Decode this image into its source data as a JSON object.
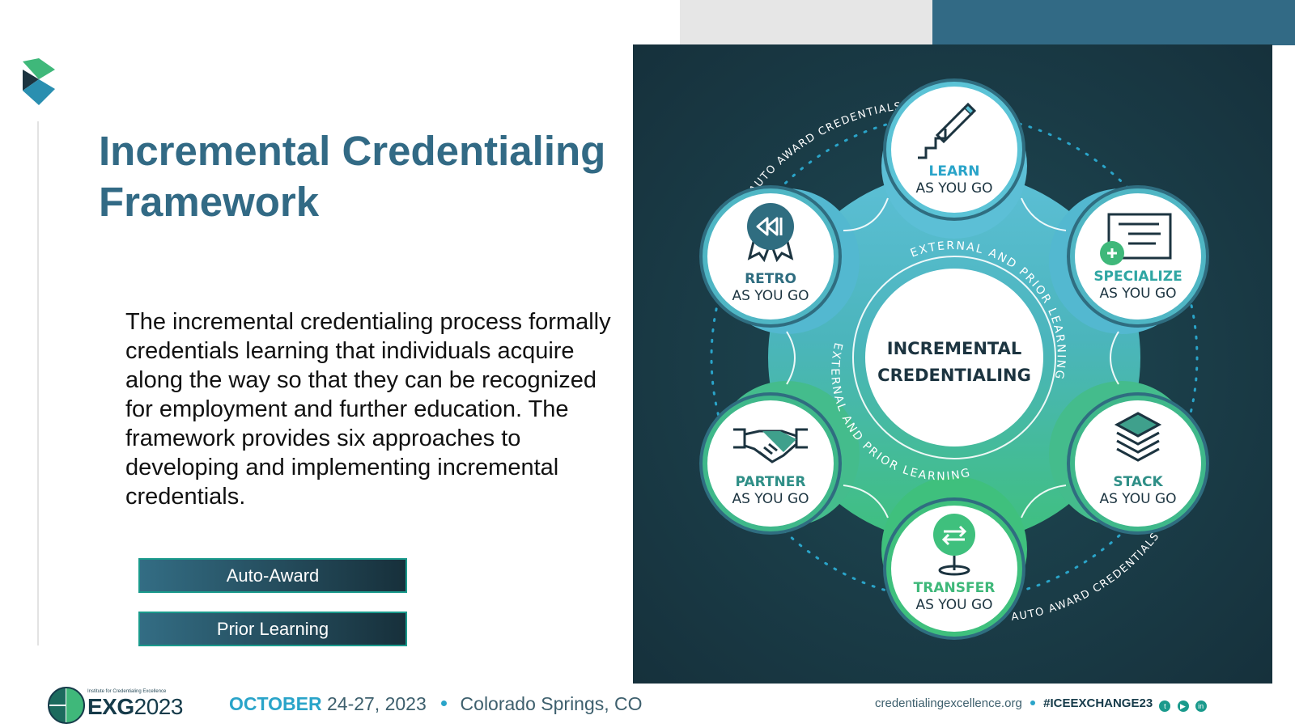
{
  "slide": {
    "title": "Incremental Credentialing Framework",
    "body": "The incremental credentialing process formally credentials learning that individuals acquire along the way so that they can be recognized for employment and further education. The framework provides six approaches to developing and implementing incremental credentials.",
    "legend": {
      "auto_award": "Auto-Award",
      "prior_learning": "Prior Learning"
    }
  },
  "diagram": {
    "center_line1": "INCREMENTAL",
    "center_line2": "CREDENTIALING",
    "arc_auto_top": "AUTO AWARD CREDENTIALS",
    "arc_auto_bottom": "AUTO AWARD CREDENTIALS",
    "arc_external_right": "EXTERNAL AND PRIOR LEARNING",
    "arc_external_left": "EXTERNAL AND PRIOR LEARNING",
    "nodes": {
      "learn": {
        "title": "LEARN",
        "sub": "AS YOU GO"
      },
      "specialize": {
        "title": "SPECIALIZE",
        "sub": "AS YOU GO"
      },
      "stack": {
        "title": "STACK",
        "sub": "AS YOU GO"
      },
      "transfer": {
        "title": "TRANSFER",
        "sub": "AS YOU GO"
      },
      "partner": {
        "title": "PARTNER",
        "sub": "AS YOU GO"
      },
      "retro": {
        "title": "RETRO",
        "sub": "AS YOU GO"
      }
    }
  },
  "footer": {
    "institute": "Institute for Credentialing Excellence",
    "exg_bold": "EXG",
    "exg_year": "2023",
    "month": "OCTOBER",
    "dates": "24-27, 2023",
    "location": "Colorado Springs, CO",
    "website": "credentialingexcellence.org",
    "hashtag": "#ICEEXCHANGE23"
  },
  "colors": {
    "title": "#326a85",
    "dark_panel": "#1c3440",
    "teal_accent": "#2aa4c9",
    "green_accent": "#3fb87a"
  }
}
